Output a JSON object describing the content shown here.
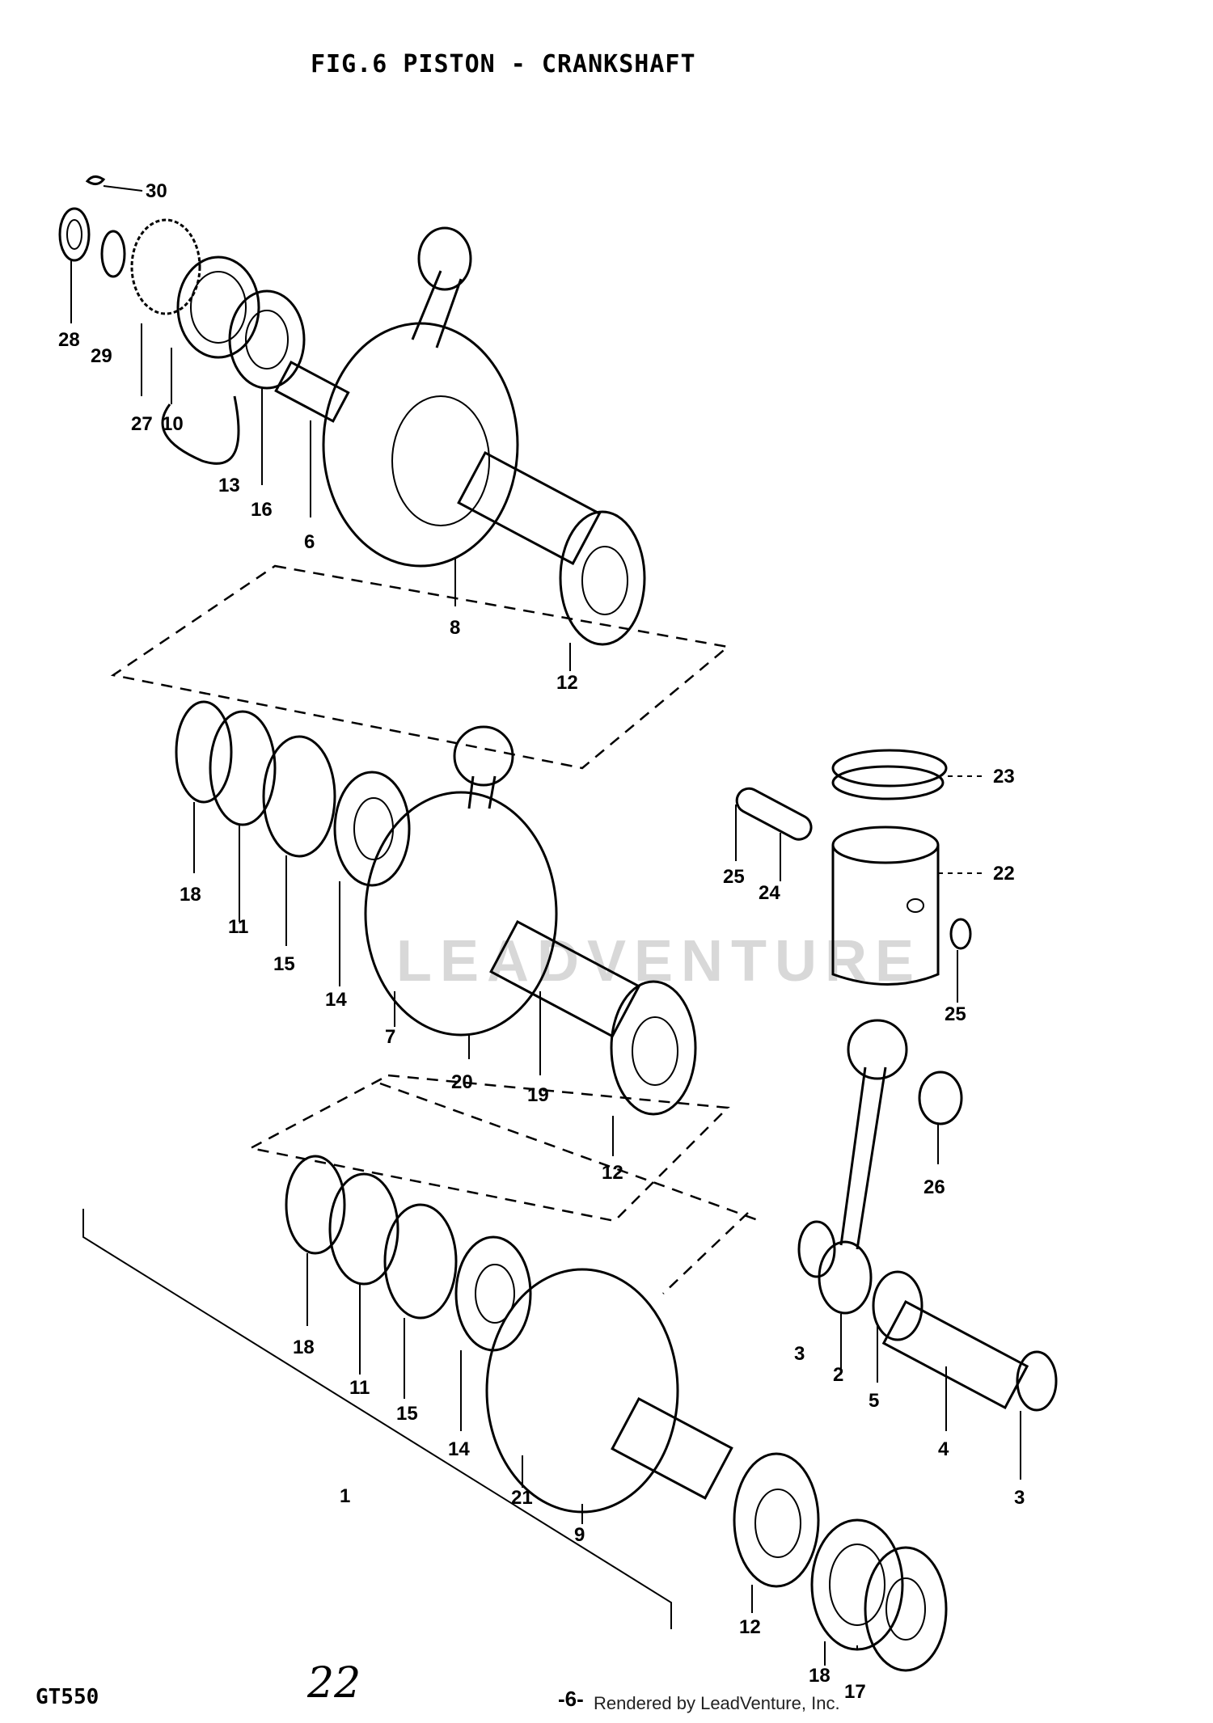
{
  "header": {
    "title": "FIG.6 PISTON - CRANKSHAFT"
  },
  "watermark": "LEADVENTURE",
  "footer": {
    "model": "GT550",
    "handwritten_note": "22",
    "page_number": "-6-",
    "rendered_by": "Rendered by LeadVenture, Inc."
  },
  "callouts": {
    "c30": "30",
    "c28": "28",
    "c29": "29",
    "c27": "27",
    "c10": "10",
    "c13": "13",
    "c16": "16",
    "c6": "6",
    "c8": "8",
    "c12a": "12",
    "c23": "23",
    "c22": "22",
    "c25a": "25",
    "c24": "24",
    "c25b": "25",
    "c18a": "18",
    "c11a": "11",
    "c15a": "15",
    "c14a": "14",
    "c7": "7",
    "c20": "20",
    "c19": "19",
    "c12b": "12",
    "c26": "26",
    "c18b": "18",
    "c11b": "11",
    "c15b": "15",
    "c14b": "14",
    "c1": "1",
    "c21": "21",
    "c9": "9",
    "c12c": "12",
    "c18c": "18",
    "c17": "17",
    "c3a": "3",
    "c2": "2",
    "c5": "5",
    "c4": "4",
    "c3b": "3"
  }
}
